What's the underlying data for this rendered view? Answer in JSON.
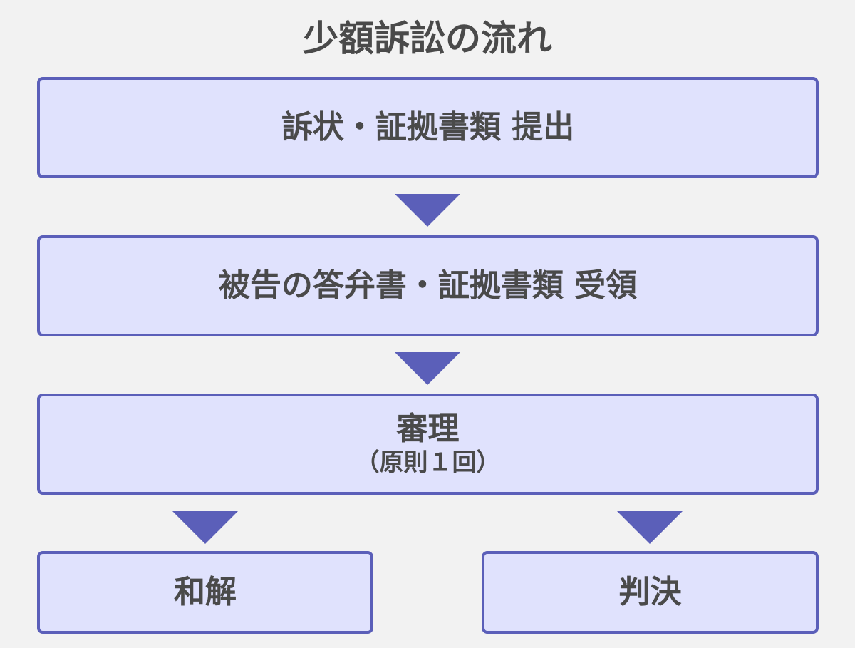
{
  "title": "少額訴訟の流れ",
  "steps": [
    {
      "label": "訴状・証拠書類 提出"
    },
    {
      "label": "被告の答弁書・証拠書類 受領"
    },
    {
      "label": "審理",
      "sublabel": "（原則１回）"
    }
  ],
  "outcomes": [
    {
      "label": "和解"
    },
    {
      "label": "判決"
    }
  ],
  "colors": {
    "background": "#f2f2f2",
    "box_fill": "#e0e2fd",
    "box_border": "#5b5fb9",
    "arrow": "#5b5fb9",
    "text": "#4a4a4a"
  },
  "icons": {
    "arrow": "triangle-down-icon"
  }
}
